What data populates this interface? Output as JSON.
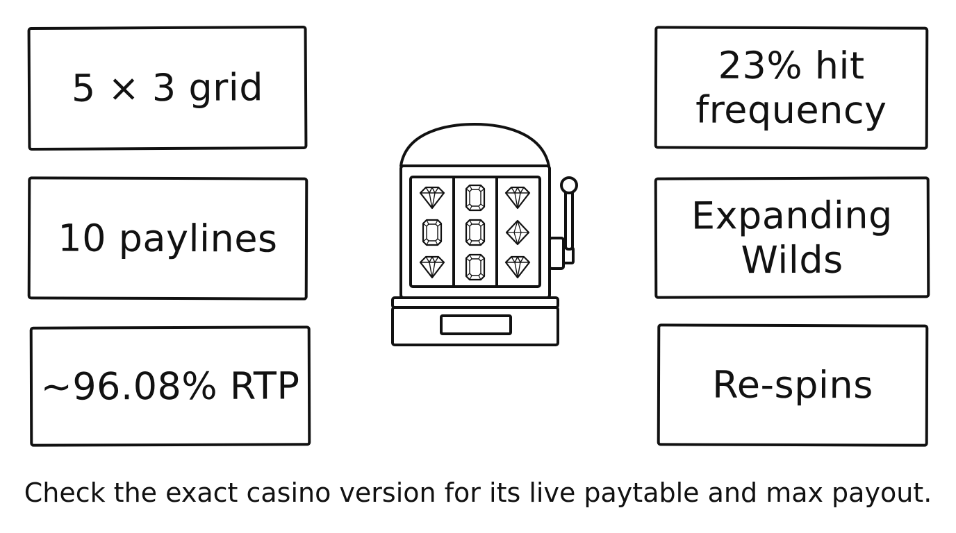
{
  "features_left": [
    {
      "label": "5 × 3 grid"
    },
    {
      "label": "10 paylines"
    },
    {
      "label": "~96.08% RTP"
    }
  ],
  "features_right": [
    {
      "label": "23% hit frequency"
    },
    {
      "label": "Expanding Wilds"
    },
    {
      "label": "Re-spins"
    }
  ],
  "illustration": {
    "icon": "slot-machine-icon",
    "reels": [
      [
        "diamond",
        "emerald",
        "diamond"
      ],
      [
        "emerald",
        "emerald",
        "emerald"
      ],
      [
        "diamond",
        "octahedron",
        "diamond"
      ]
    ]
  },
  "footer_note": "Check the exact casino version for its live paytable and max payout.",
  "colors": {
    "ink": "#111111",
    "background": "#ffffff"
  }
}
